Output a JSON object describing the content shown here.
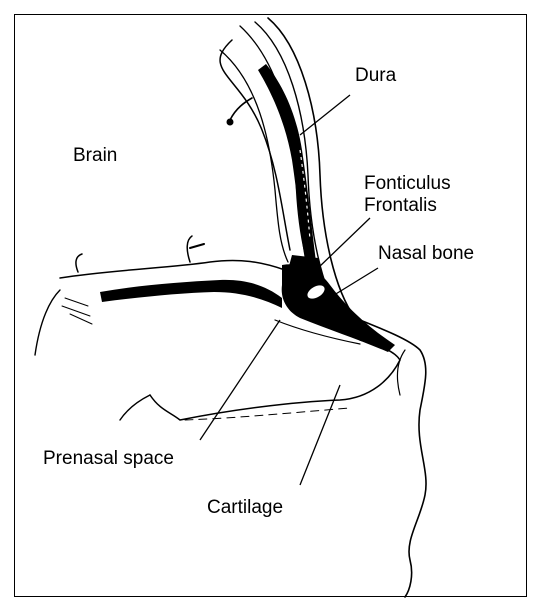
{
  "labels": {
    "brain": "Brain",
    "dura": "Dura",
    "fonticulus_line1": "Fonticulus",
    "fonticulus_line2": "Frontalis",
    "nasal_bone": "Nasal bone",
    "prenasal_space": "Prenasal space",
    "cartilage": "Cartilage"
  },
  "colors": {
    "ink": "#000000",
    "background": "#ffffff"
  }
}
